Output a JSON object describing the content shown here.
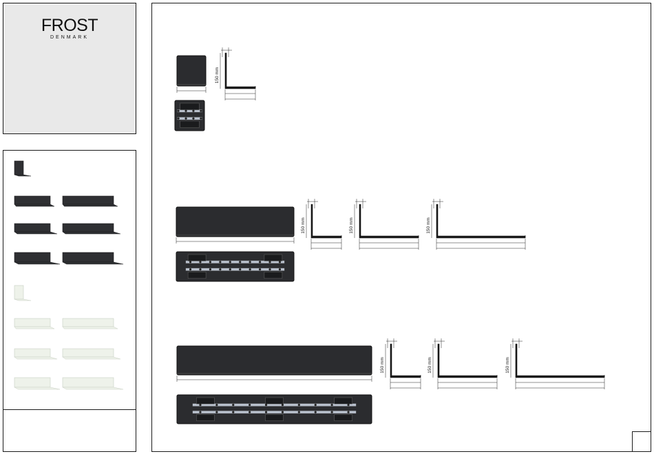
{
  "brand": {
    "name": "FROST",
    "subtitle": "DENMARK"
  },
  "thumbnails": {
    "dark_color": "#2f3033",
    "light_color": "#eef2ea",
    "rows": [
      {
        "tone": "dark",
        "items": [
          "shelf-single-small"
        ]
      },
      {
        "tone": "dark",
        "items": [
          "shelf-wide-short",
          "shelf-wide-long"
        ]
      },
      {
        "tone": "dark",
        "items": [
          "shelf-medium-short",
          "shelf-medium-long"
        ]
      },
      {
        "tone": "dark",
        "items": [
          "shelf-deep-short",
          "shelf-deep-long"
        ]
      },
      {
        "tone": "light",
        "items": [
          "shelf-single-small"
        ]
      },
      {
        "tone": "light",
        "items": [
          "shelf-wide-short",
          "shelf-wide-long"
        ]
      },
      {
        "tone": "light",
        "items": [
          "shelf-medium-short",
          "shelf-medium-long"
        ]
      },
      {
        "tone": "light",
        "items": [
          "shelf-deep-short",
          "shelf-deep-long"
        ]
      }
    ]
  },
  "drawing": {
    "height_label": "150 mm",
    "product_color": "#2b2c2f",
    "groups": [
      {
        "name": "small",
        "profiles": 1
      },
      {
        "name": "medium",
        "profiles": 3
      },
      {
        "name": "large",
        "profiles": 3
      }
    ]
  }
}
